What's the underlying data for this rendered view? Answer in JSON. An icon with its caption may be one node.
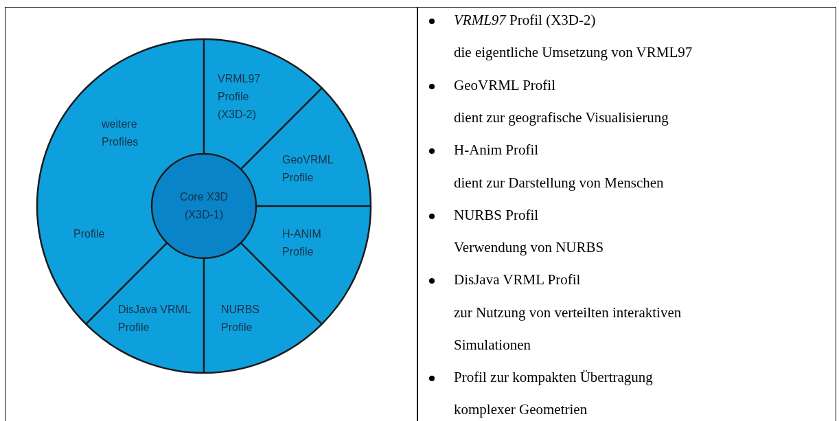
{
  "diagram": {
    "nodes": [
      {
        "text": [
          "Core X3D (X3D-1)"
        ]
      },
      {
        "text": [
          "weitere Profiles"
        ]
      },
      {
        "text": [
          "VRML97 Profile (X3D-2)"
        ]
      },
      {
        "text": [
          "GeoVRML Profile"
        ]
      },
      {
        "text": [
          "H-ANIM Profile"
        ]
      },
      {
        "text": [
          "Profile"
        ]
      },
      {
        "text": [
          "DisJava VRML Profile"
        ]
      },
      {
        "text": [
          "NURBS Profile"
        ]
      }
    ],
    "labels": [
      "*VRML97* Profil (X3D-2)",
      "die eigentliche Umsetzung von VRML97",
      "GeoVRML Profil",
      "dient zur geografische Visualisierung",
      "H-Anim Profil",
      "dient zur Darstellung von Menschen",
      "NURBS Profil",
      "Verwendung von NURBS",
      "DisJava VRML Profil",
      "zur Nutzung von verteilten interaktiven Simulationen",
      "Profil zur kompakten Übertragung komplexer Geometrien"
    ]
  }
}
